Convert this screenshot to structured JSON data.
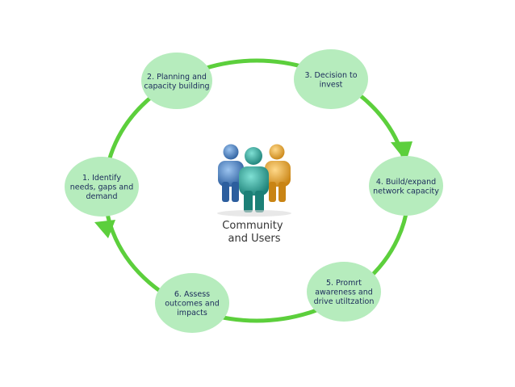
{
  "center": {
    "icon": "people-group-icon",
    "label_lines": [
      "Community",
      "and Users"
    ]
  },
  "steps": [
    {
      "lines": [
        "2. Planning and",
        "capacity building"
      ]
    },
    {
      "lines": [
        "3. Decision to",
        "invest"
      ]
    },
    {
      "lines": [
        "4. Build/expand",
        "network capacity"
      ]
    },
    {
      "lines": [
        "5. Promrt",
        "awareness and",
        "drive utiltzation"
      ]
    },
    {
      "lines": [
        "6. Assess",
        "outcomes and",
        "impacts"
      ]
    },
    {
      "lines": [
        "1. Identify",
        "needs, gaps and",
        "demand"
      ]
    }
  ],
  "colors": {
    "ring": "#5ccf3c",
    "node_fill": "#b6ecbd",
    "text": "#1a2a5a",
    "person_blue": "#3f78bf",
    "person_teal": "#2aa79b",
    "person_orange": "#e9a52c"
  }
}
